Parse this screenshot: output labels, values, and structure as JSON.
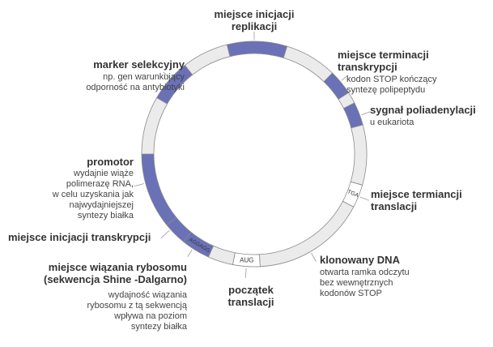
{
  "colors": {
    "feature": "#6a71b7",
    "backbone": "#ebebeb",
    "outline": "#8a8a8a",
    "line": "#999999"
  },
  "labels": {
    "replication": {
      "title": [
        "miejsce inicjacji",
        "replikacji"
      ]
    },
    "transcription_termination": {
      "title": [
        "miejsce terminacji",
        "transkrypcji"
      ],
      "desc": [
        "kodon STOP kończący",
        "syntezę polipeptydu"
      ]
    },
    "polyadenylation": {
      "title": [
        "sygnał poliadenylacji"
      ],
      "desc": [
        "u eukariota"
      ]
    },
    "translation_termination": {
      "title": [
        "miejsce termiancji",
        "translacji"
      ]
    },
    "cloned_dna": {
      "title": [
        "klonowany DNA"
      ],
      "desc": [
        "otwarta ramka odczytu",
        "bez wewnętrznych",
        "kodonów STOP"
      ]
    },
    "translation_start": {
      "title": [
        "początek",
        "translacji"
      ]
    },
    "ribosome_binding": {
      "title": [
        "miejsce wiązania rybosomu",
        "(sekwencja Shine -Dalgarno)"
      ],
      "desc": [
        "wydajność wiązania",
        "rybosomu z tą sekwencją",
        "wpływa na poziom",
        "syntezy białka"
      ]
    },
    "transcription_start": {
      "title": [
        "miejsce inicjacji transkrypcji"
      ]
    },
    "promoter": {
      "title": [
        "promotor"
      ],
      "desc": [
        "wydajnie wiąże",
        "polimerazę RNA,",
        "w celu uzyskania jak",
        "najwydajniejszej",
        "syntezy białka"
      ]
    },
    "marker": {
      "title": [
        "marker selekcyjny"
      ],
      "desc": [
        "np.  gen warunkujący",
        "odporność na antybiotyki"
      ]
    }
  },
  "ring_text": {
    "stop_codon": "TGA",
    "start_codon": "AUG",
    "shine_dalgarno": "AGGAGG"
  }
}
